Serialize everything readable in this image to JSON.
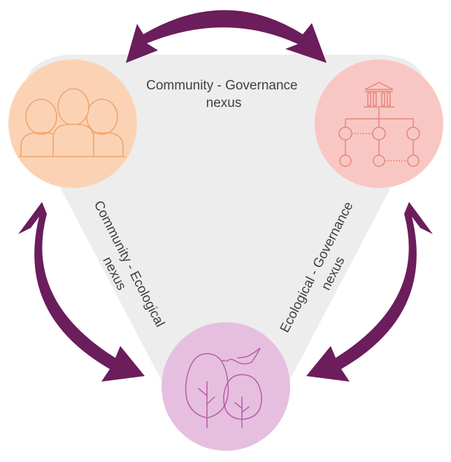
{
  "labels": {
    "community_governance": [
      "Community - Governance",
      "nexus"
    ],
    "community_ecological": [
      "Community - Ecological",
      "nexus"
    ],
    "ecological_governance": [
      "Ecological - Governance",
      "nexus"
    ]
  },
  "nodes": {
    "community": {
      "icon": "people-group-icon",
      "color": "#FBD3B4",
      "stroke": "#F0A46E"
    },
    "governance": {
      "icon": "institution-hierarchy-icon",
      "color": "#F9C7C3",
      "stroke": "#E8837B"
    },
    "ecological": {
      "icon": "trees-bird-icon",
      "color": "#E6BFE0",
      "stroke": "#B65CA8"
    }
  },
  "colors": {
    "triangle": "#EDEDED",
    "arrow": "#6B1D5C",
    "text": "#404040"
  }
}
